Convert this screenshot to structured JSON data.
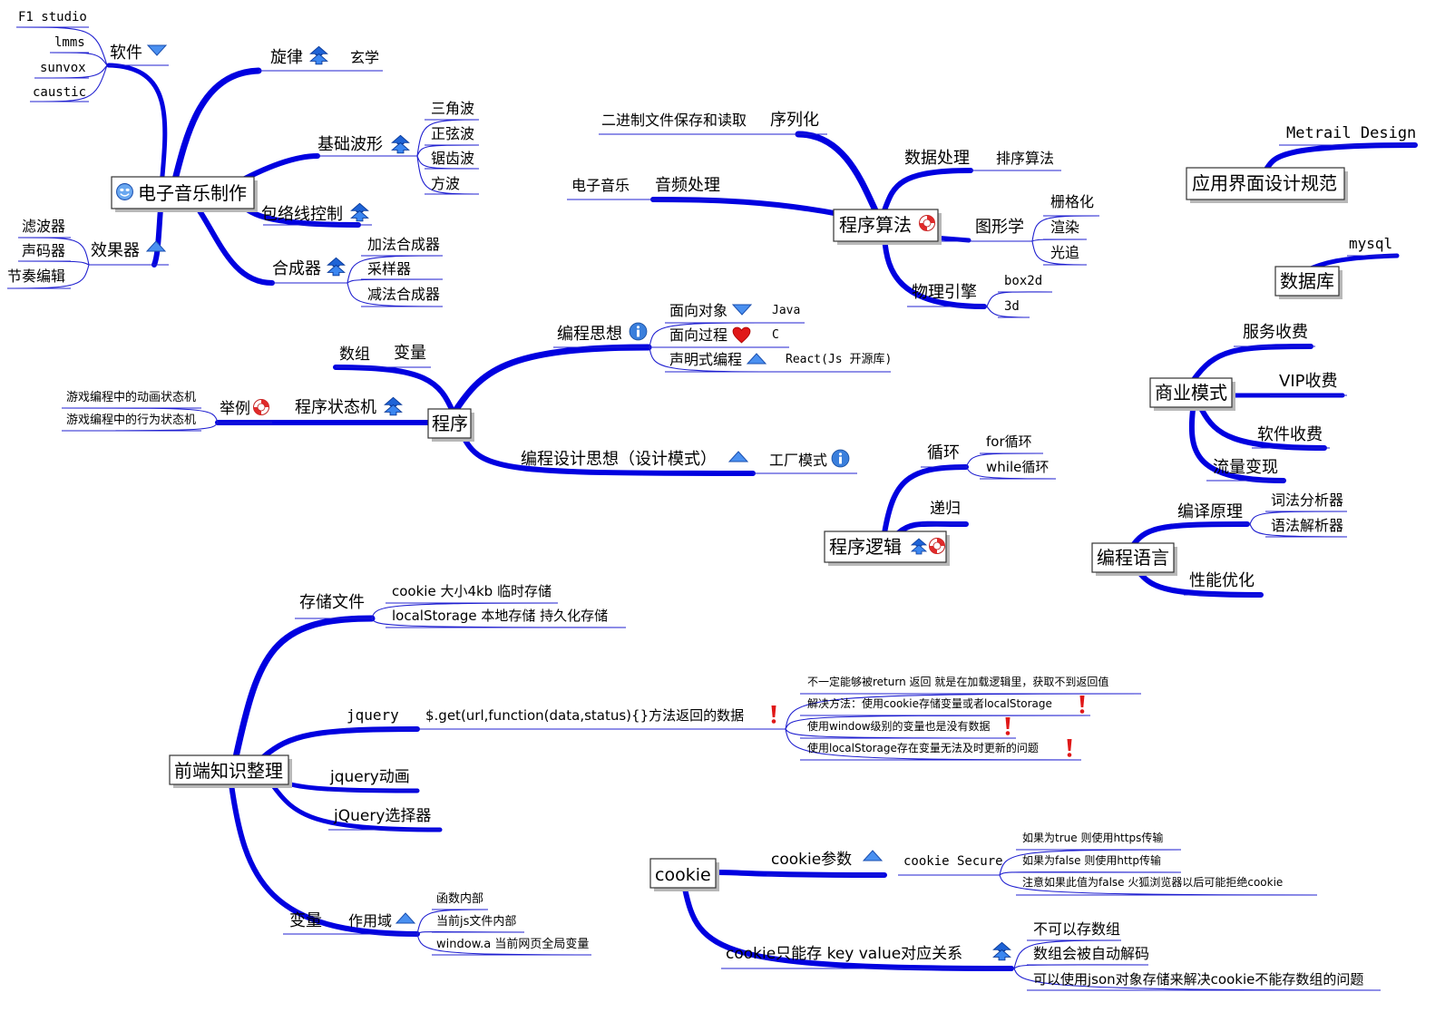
{
  "colors": {
    "branch": "#0000e0",
    "underline": "#2020d0",
    "root_border": "#333333"
  },
  "icon_names": {
    "double_arrow_up": "double-arrow-up-icon",
    "arrow_up": "arrow-up-icon",
    "arrow_down": "arrow-down-icon",
    "lifebuoy": "lifebuoy-icon",
    "info": "info-icon",
    "heart": "heart-icon",
    "exclamation": "exclamation-icon",
    "smiley": "smiley-icon"
  },
  "music": {
    "root": "电子音乐制作",
    "software": {
      "label": "软件",
      "items": [
        "F1 studio",
        "lmms",
        "sunvox",
        "caustic"
      ]
    },
    "melody": {
      "label": "旋律",
      "child": "玄学"
    },
    "waveforms": {
      "label": "基础波形",
      "items": [
        "三角波",
        "正弦波",
        "锯齿波",
        "方波"
      ]
    },
    "envelope": {
      "label": "包络线控制"
    },
    "effects": {
      "label": "效果器",
      "items": [
        "滤波器",
        "声码器",
        "节奏编辑"
      ]
    },
    "synth": {
      "label": "合成器",
      "items": [
        "加法合成器",
        "采样器",
        "减法合成器"
      ]
    }
  },
  "algo": {
    "root": "程序算法",
    "serialize": {
      "label": "序列化",
      "child": "二进制文件保存和读取"
    },
    "data_processing": {
      "label": "数据处理",
      "child": "排序算法"
    },
    "audio": {
      "label": "音频处理",
      "child": "电子音乐"
    },
    "graphics": {
      "label": "图形学",
      "items": [
        "栅格化",
        "渲染",
        "光追"
      ]
    },
    "physics": {
      "label": "物理引擎",
      "items": [
        "box2d",
        "3d"
      ]
    }
  },
  "ui_spec": {
    "root": "应用界面设计规范",
    "child": "Metrail Design"
  },
  "database": {
    "root": "数据库",
    "child": "mysql"
  },
  "program": {
    "root": "程序",
    "thinking": {
      "label": "编程思想",
      "items": [
        {
          "label": "面向对象",
          "child": "Java"
        },
        {
          "label": "面向过程",
          "child": "C"
        },
        {
          "label": "声明式编程",
          "child": "React(Js 开源库)"
        }
      ]
    },
    "array": "数组",
    "variable": "变量",
    "state_machine": {
      "label": "程序状态机",
      "example": "举例",
      "items": [
        "游戏编程中的动画状态机",
        "游戏编程中的行为状态机"
      ]
    },
    "design": {
      "label": "编程设计思想（设计模式）",
      "child": "工厂模式"
    }
  },
  "business": {
    "root": "商业模式",
    "items": [
      "服务收费",
      "VIP收费",
      "软件收费",
      "流量变现"
    ]
  },
  "logic": {
    "root": "程序逻辑",
    "loop": {
      "label": "循环",
      "items": [
        "for循环",
        "while循环"
      ]
    },
    "recursion": "递归"
  },
  "lang": {
    "root": "编程语言",
    "compile": {
      "label": "编译原理",
      "items": [
        "词法分析器",
        "语法解析器"
      ]
    },
    "perf": "性能优化"
  },
  "frontend": {
    "root": "前端知识整理",
    "storage": {
      "label": "存储文件",
      "items": [
        "cookie 大小4kb 临时存储",
        "localStorage 本地存储 持久化存储"
      ]
    },
    "jquery": {
      "label": "jquery",
      "get": "$.get(url,function(data,status){}方法返回的数据",
      "notes": [
        "不一定能够被return 返回 就是在加载逻辑里，获取不到返回值",
        "解决方法：使用cookie存储变量或者localStorage",
        "使用window级别的变量也是没有数据",
        "使用localStorage存在变量无法及时更新的问题"
      ]
    },
    "anim": "jquery动画",
    "selector": "jQuery选择器",
    "variable": {
      "label": "变量",
      "scope": "作用域",
      "items": [
        "函数内部",
        "当前js文件内部",
        "window.a 当前网页全局变量"
      ]
    }
  },
  "cookie": {
    "root": "cookie",
    "params": {
      "label": "cookie参数",
      "secure": "cookie Secure",
      "items": [
        "如果为true 则使用https传输",
        "如果为false 则使用http传输",
        "注意如果此值为false 火狐浏览器以后可能拒绝cookie"
      ]
    },
    "kv": {
      "label": "cookie只能存 key value对应关系",
      "items": [
        "不可以存数组",
        "数组会被自动解码",
        "可以使用json对象存储来解决cookie不能存数组的问题"
      ]
    }
  }
}
